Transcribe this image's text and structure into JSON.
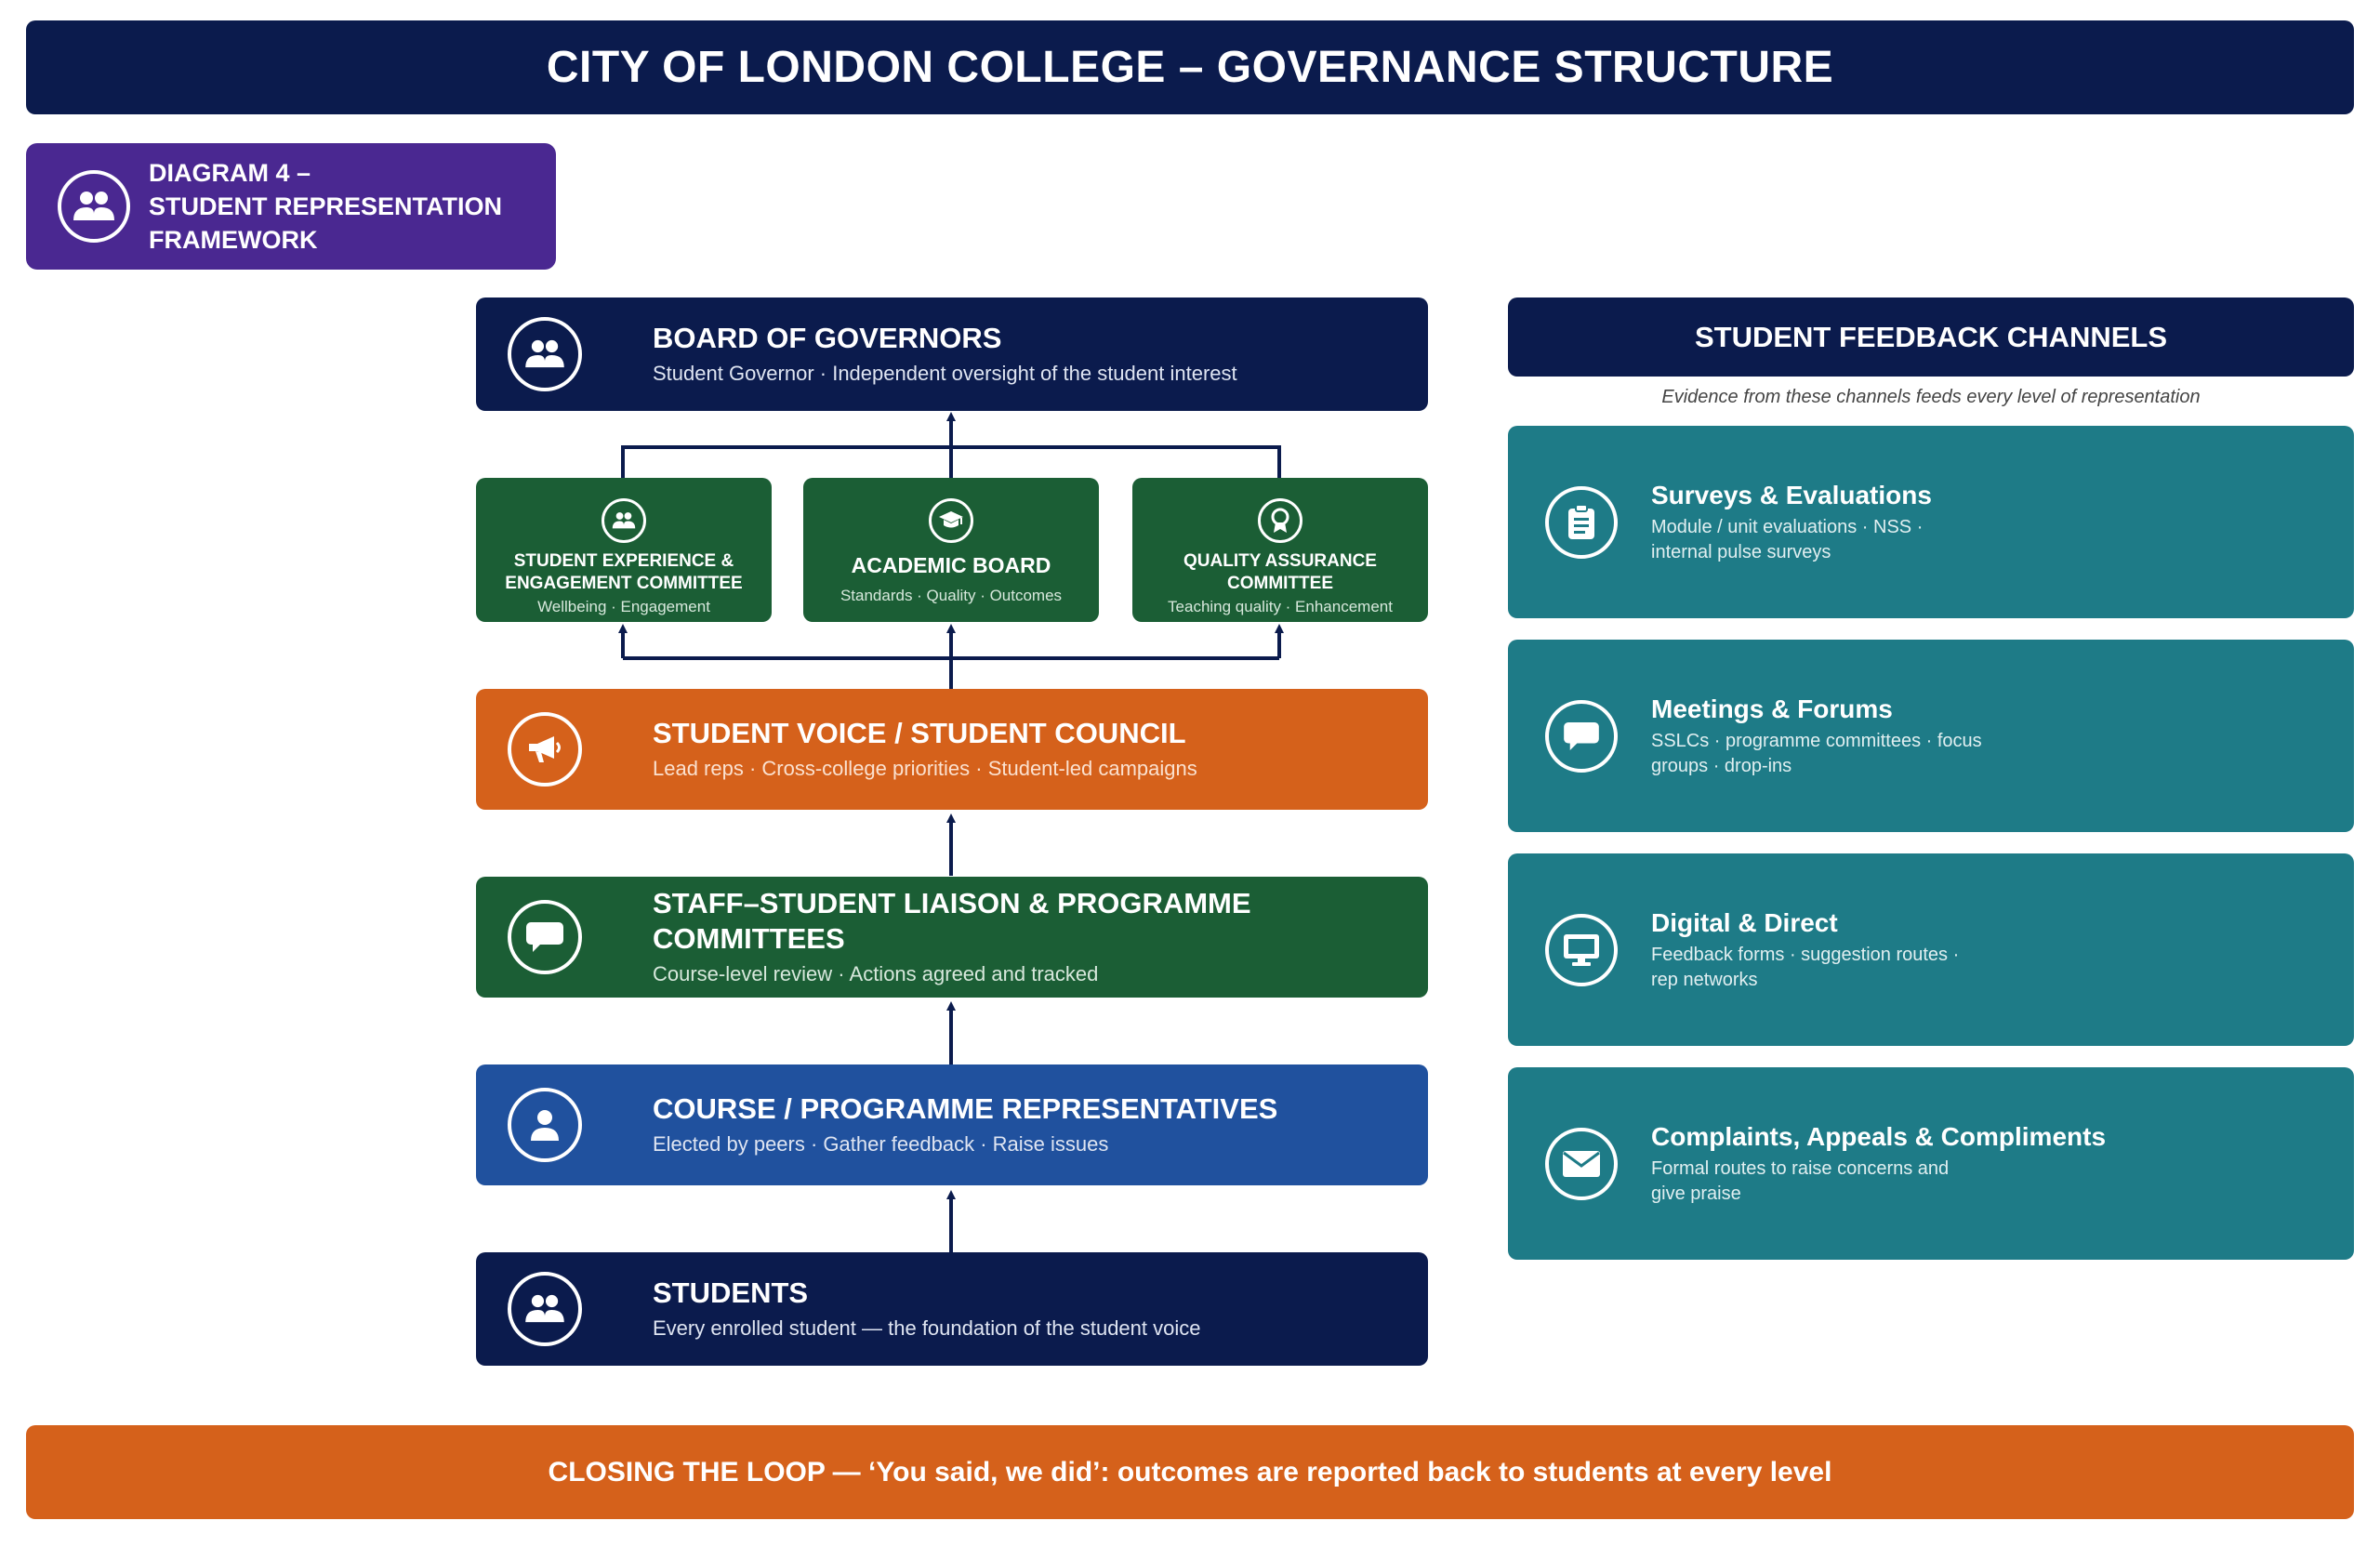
{
  "header": {
    "title": "CITY OF LONDON COLLEGE – GOVERNANCE STRUCTURE"
  },
  "diagram_label": {
    "line1": "DIAGRAM 4 –",
    "line2": "STUDENT REPRESENTATION",
    "line3": "FRAMEWORK",
    "icon": "people-icon"
  },
  "levels": {
    "board": {
      "title": "BOARD OF GOVERNORS",
      "subtitle": "Student Governor · Independent oversight of the student interest",
      "icon": "people-icon"
    },
    "council": {
      "title": "STUDENT VOICE / STUDENT COUNCIL",
      "subtitle": "Lead reps · Cross-college priorities · Student-led campaigns",
      "icon": "megaphone-icon"
    },
    "liaison": {
      "title": "STAFF–STUDENT LIAISON & PROGRAMME COMMITTEES",
      "subtitle": "Course-level review · Actions agreed and tracked",
      "icon": "speech-bubble-icon"
    },
    "reps": {
      "title": "COURSE / PROGRAMME REPRESENTATIVES",
      "subtitle": "Elected by peers · Gather feedback · Raise issues",
      "icon": "person-icon"
    },
    "students": {
      "title": "STUDENTS",
      "subtitle": "Every enrolled student — the foundation of the student voice",
      "icon": "people-icon"
    }
  },
  "committees": [
    {
      "title_line1": "STUDENT EXPERIENCE &",
      "title_line2": "ENGAGEMENT COMMITTEE",
      "subtitle": "Wellbeing · Engagement",
      "icon": "people-icon"
    },
    {
      "title": "ACADEMIC BOARD",
      "subtitle": "Standards · Quality · Outcomes",
      "icon": "graduation-cap-icon"
    },
    {
      "title_line1": "QUALITY ASSURANCE",
      "title_line2": "COMMITTEE",
      "subtitle": "Teaching quality · Enhancement",
      "icon": "award-ribbon-icon"
    }
  ],
  "feedback": {
    "header": "STUDENT FEEDBACK CHANNELS",
    "note": "Evidence from these channels feeds every level of representation",
    "channels": [
      {
        "title": "Surveys & Evaluations",
        "desc": "Module / unit evaluations · NSS · internal pulse surveys",
        "icon": "clipboard-icon"
      },
      {
        "title": "Meetings & Forums",
        "desc": "SSLCs · programme committees · focus groups · drop-ins",
        "icon": "speech-bubble-icon"
      },
      {
        "title": "Digital & Direct",
        "desc": "Feedback forms · suggestion routes · rep networks",
        "icon": "monitor-icon"
      },
      {
        "title": "Complaints, Appeals & Compliments",
        "desc": "Formal routes to raise concerns and give praise",
        "icon": "envelope-icon"
      }
    ]
  },
  "footer": {
    "text": "CLOSING THE LOOP — ‘You said, we did’: outcomes are reported back to students at every level"
  },
  "colors": {
    "navy": "#0b1b4d",
    "purple": "#4a2891",
    "green": "#1b5e35",
    "orange": "#d5611b",
    "blue": "#20519e",
    "teal": "#1e7b87"
  }
}
